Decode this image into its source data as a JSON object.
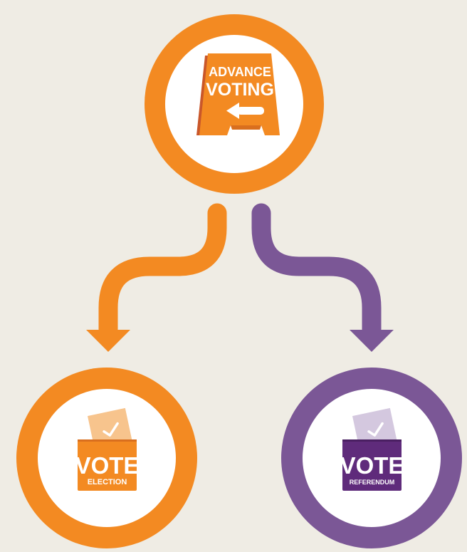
{
  "colors": {
    "background": "#efece4",
    "orange": "#f38a22",
    "orange_dark": "#c9572a",
    "orange_light": "#f7c48d",
    "purple": "#7b5796",
    "purple_dark": "#5f2b7b",
    "purple_light": "#d4c8df",
    "white": "#ffffff",
    "check_orange": "#ffffff",
    "check_purple": "#ffffff"
  },
  "top_node": {
    "icon": "advance-voting-sign-icon",
    "line1": "ADVANCE",
    "line2": "VOTING",
    "arrow": "left-arrow-icon"
  },
  "left_node": {
    "icon": "ballot-box-icon",
    "vote_label": "VOTE",
    "sub_label": "ELECTION"
  },
  "right_node": {
    "icon": "ballot-box-icon",
    "vote_label": "VOTE",
    "sub_label": "REFERENDUM"
  }
}
